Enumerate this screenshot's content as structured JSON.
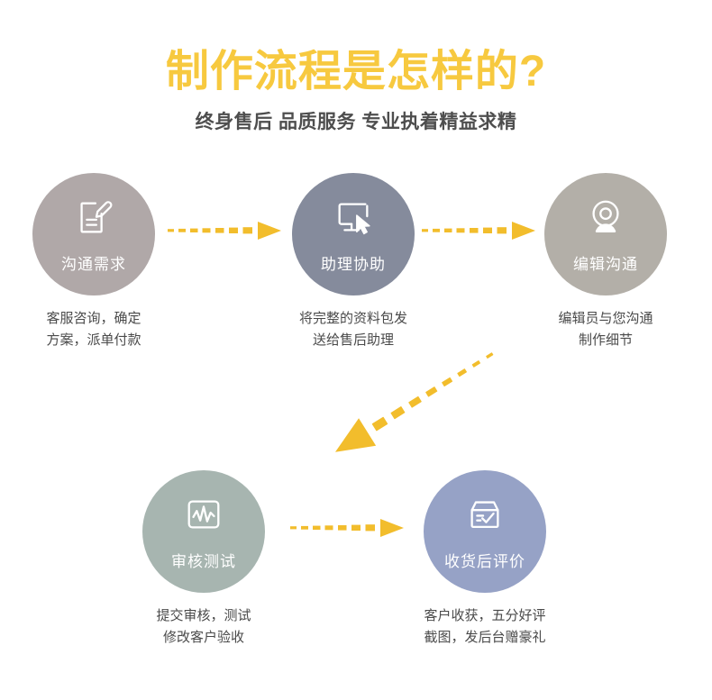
{
  "header": {
    "title": "制作流程是怎样的?",
    "subtitle": "终身售后  品质服务 专业执着精益求精",
    "title_color": "#f7c93f",
    "subtitle_color": "#4e4e4e"
  },
  "accent_color": "#f2bd2c",
  "flow": {
    "nodes": [
      {
        "id": "node-1",
        "label": "沟通需求",
        "icon": "document-pencil-icon",
        "color": "#b0a8a8",
        "caption_line1": "客服咨询，确定",
        "caption_line2": "方案，派单付款"
      },
      {
        "id": "node-2",
        "label": "助理协助",
        "icon": "monitor-cursor-icon",
        "color": "#858b9c",
        "caption_line1": "将完整的资料包发",
        "caption_line2": "送给售后助理"
      },
      {
        "id": "node-3",
        "label": "编辑沟通",
        "icon": "webcam-icon",
        "color": "#b3afa8",
        "caption_line1": "编辑员与您沟通",
        "caption_line2": "制作细节"
      },
      {
        "id": "node-4",
        "label": "审核测试",
        "icon": "waveform-monitor-icon",
        "color": "#a7b5b0",
        "caption_line1": "提交审核，测试",
        "caption_line2": "修改客户验收"
      },
      {
        "id": "node-5",
        "label": "收货后评价",
        "icon": "box-check-icon",
        "color": "#96a2c6",
        "caption_line1": "客户收获，五分好评",
        "caption_line2": "截图，发后台赠豪礼"
      }
    ],
    "arrows": [
      {
        "id": "arrow-1",
        "from": "node-1",
        "to": "node-2",
        "direction": "right",
        "style": "dashed-tapered"
      },
      {
        "id": "arrow-2",
        "from": "node-2",
        "to": "node-3",
        "direction": "right",
        "style": "dashed-tapered"
      },
      {
        "id": "arrow-diagonal",
        "from": "node-3",
        "to": "node-4",
        "direction": "down-left",
        "style": "dashed-tapered"
      },
      {
        "id": "arrow-3",
        "from": "node-4",
        "to": "node-5",
        "direction": "right",
        "style": "dashed-tapered"
      }
    ]
  }
}
